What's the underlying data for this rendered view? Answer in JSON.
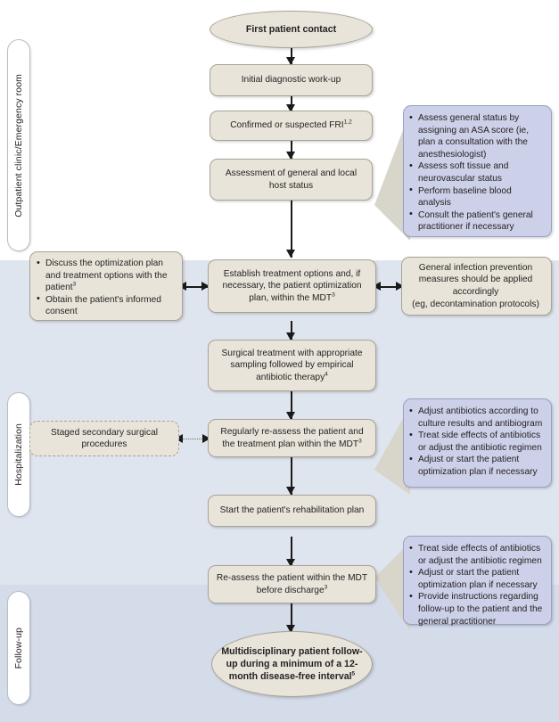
{
  "diagram": {
    "title": "Fracture-related infection (FRI) patient pathway flowchart",
    "colors": {
      "node_fill": "#e8e4da",
      "node_border": "#a9a395",
      "callout_fill": "#ccd0e8",
      "callout_border": "#9aa0c4",
      "band_light": "#dfe5ef",
      "band_mid": "#d4dcea",
      "connector": "#1a1a1a"
    }
  },
  "phases": [
    {
      "id": "outpatient",
      "label": "Outpatient clinic/Emergency room"
    },
    {
      "id": "hospitalization",
      "label": "Hospitalization"
    },
    {
      "id": "followup",
      "label": "Follow-up"
    }
  ],
  "nodes": {
    "start": {
      "label": "First patient contact",
      "shape": "ellipse"
    },
    "n1": {
      "label": "Initial diagnostic work-up",
      "shape": "rounded-rect"
    },
    "n2": {
      "label": "Confirmed or suspected FRI",
      "sup": "1,2",
      "shape": "rounded-rect"
    },
    "n3": {
      "label": "Assessment of general and local host status",
      "shape": "rounded-rect"
    },
    "n4": {
      "label": "Establish treatment options and, if necessary, the patient optimization plan, within the MDT",
      "sup": "3",
      "shape": "rounded-rect"
    },
    "n5": {
      "label": "Surgical treatment with appropriate sampling followed by empirical antibiotic therapy",
      "sup": "4",
      "shape": "rounded-rect"
    },
    "n6": {
      "label": "Regularly re-assess the patient and the treatment plan within the MDT",
      "sup": "3",
      "shape": "rounded-rect"
    },
    "n7": {
      "label": "Start the patient's rehabilitation plan",
      "shape": "rounded-rect"
    },
    "n8": {
      "label": "Re-assess the patient within the MDT before discharge",
      "sup": "3",
      "shape": "rounded-rect"
    },
    "end": {
      "label": "Multidisciplinary patient follow-up during a minimum of a 12-month disease-free interval",
      "sup": "5",
      "shape": "ellipse"
    },
    "staged": {
      "label": "Staged secondary surgical procedures",
      "shape": "rounded-rect-dashed"
    }
  },
  "side_left": {
    "patient_discussion": {
      "items": [
        "Discuss the optimization plan and treatment options with the patient",
        "Obtain the patient's informed consent"
      ],
      "sups": [
        "3",
        ""
      ]
    }
  },
  "side_right": {
    "infection_prevention": {
      "lines": [
        "General infection prevention",
        "measures should be applied",
        "accordingly",
        "(eg, decontamination protocols)"
      ]
    }
  },
  "callouts": {
    "assessment": {
      "items": [
        "Assess general status by assigning an ASA score (ie, plan a consultation with the anesthesiologist)",
        "Assess soft tissue and neurovascular status",
        "Perform baseline blood analysis",
        "Consult the patient's general practitioner if necessary"
      ]
    },
    "antibiotics": {
      "items": [
        "Adjust antibiotics according to culture results and antibiogram",
        "Treat side effects of antibiotics or adjust the antibiotic regimen",
        "Adjust or start the patient optimization plan if necessary"
      ]
    },
    "discharge": {
      "items": [
        "Treat side effects of antibiotics or adjust the antibiotic regimen",
        "Adjust or start the patient optimization plan if necessary",
        "Provide instructions regarding follow-up to the patient and the general practitioner"
      ]
    }
  }
}
